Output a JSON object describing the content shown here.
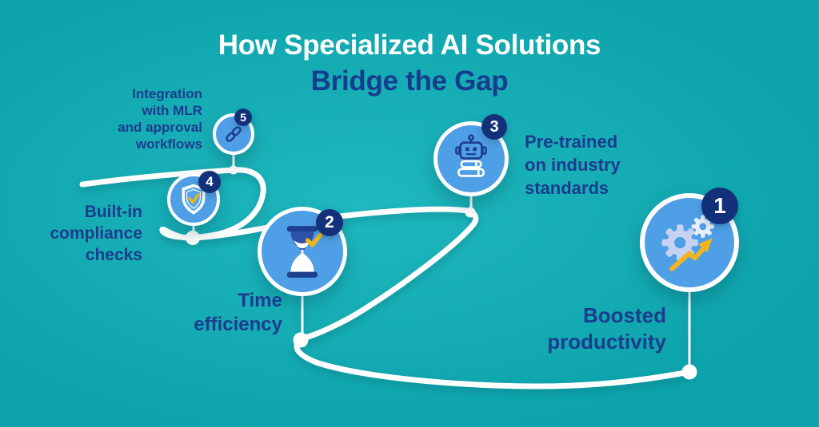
{
  "title": {
    "line1": "How Specialized AI Solutions",
    "line2": "Bridge the Gap"
  },
  "steps": [
    {
      "number": "1",
      "label": "Boosted\nproductivity",
      "icon": "gears-growth"
    },
    {
      "number": "2",
      "label": "Time\nefficiency",
      "icon": "hourglass-check"
    },
    {
      "number": "3",
      "label": "Pre-trained\non industry\nstandards",
      "icon": "robot-books"
    },
    {
      "number": "4",
      "label": "Built-in\ncompliance\nchecks",
      "icon": "shield-check"
    },
    {
      "number": "5",
      "label": "Integration\nwith MLR\nand approval\nworkflows",
      "icon": "chain-link"
    }
  ],
  "colors": {
    "background_teal": "#15acb4",
    "title_white": "#ffffff",
    "navy_text": "#1b3c8e",
    "node_blue": "#4f9fe6",
    "badge_navy": "#13307b",
    "icon_navy": "#1d3f8e",
    "check_yellow": "#f4b51c",
    "gear_lavender": "#c7d2f3",
    "path_white": "#ffffff"
  }
}
